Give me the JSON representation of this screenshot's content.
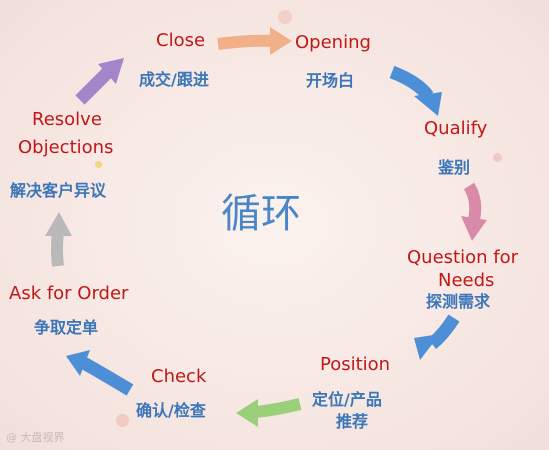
{
  "center": {
    "label": "循环"
  },
  "steps": [
    {
      "en": "Close",
      "zh": "成交/跟进"
    },
    {
      "en": "Opening",
      "zh": "开场白"
    },
    {
      "en": "Qualify",
      "zh": "鉴别"
    },
    {
      "en_line1": "Question for",
      "en_line2": "Needs",
      "zh": "探测需求"
    },
    {
      "en": "Position",
      "zh_line1": "定位/产品",
      "zh_line2": "推荐"
    },
    {
      "en": "Check",
      "zh": "确认/检查"
    },
    {
      "en": "Ask for Order",
      "zh": "争取定单"
    },
    {
      "en_line1": "Resolve",
      "en_line2": "Objections",
      "zh": "解决客户异议"
    }
  ],
  "arrow_colors": {
    "close_to_opening": "#f2b089",
    "opening_to_qualify": "#4d8fd6",
    "qualify_to_question": "#d98aa8",
    "question_to_position": "#4d8fd6",
    "position_to_check": "#9bd07a",
    "check_to_ask": "#4d8fd6",
    "ask_to_resolve": "#b9b9b9",
    "resolve_to_close": "#a585c9"
  },
  "watermark": "@ 大盘视界"
}
